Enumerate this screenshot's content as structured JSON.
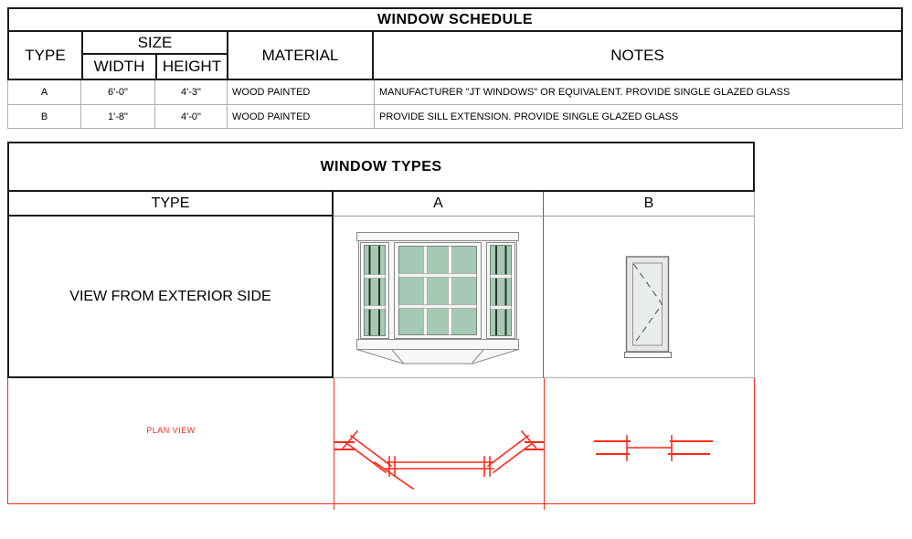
{
  "colors": {
    "accent_red": "#ff2a1a",
    "glass_green": "#a5c9b4",
    "glass_pale": "#e9ede9",
    "line_black": "#1a1a1a",
    "line_gray": "#b0b0b0",
    "frame_gray": "#8a8a8a"
  },
  "window_schedule": {
    "title": "WINDOW SCHEDULE",
    "headers": {
      "type": "TYPE",
      "size": "SIZE",
      "width": "WIDTH",
      "height": "HEIGHT",
      "material": "MATERIAL",
      "notes": "NOTES"
    },
    "rows": [
      {
        "type": "A",
        "width": "6'-0\"",
        "height": "4'-3\"",
        "material": "WOOD PAINTED",
        "notes": "MANUFACTURER \"JT WINDOWS\" OR EQUIVALENT. PROVIDE SINGLE GLAZED GLASS"
      },
      {
        "type": "B",
        "width": "1'-8\"",
        "height": "4'-0\"",
        "material": "WOOD PAINTED",
        "notes": "PROVIDE SILL EXTENSION. PROVIDE SINGLE GLAZED GLASS"
      }
    ]
  },
  "window_types": {
    "title": "WINDOW TYPES",
    "headers": {
      "type": "TYPE",
      "a": "A",
      "b": "B"
    },
    "exterior_view_label": "VIEW FROM EXTERIOR SIDE",
    "plan_view_label": "PLAN VIEW"
  }
}
